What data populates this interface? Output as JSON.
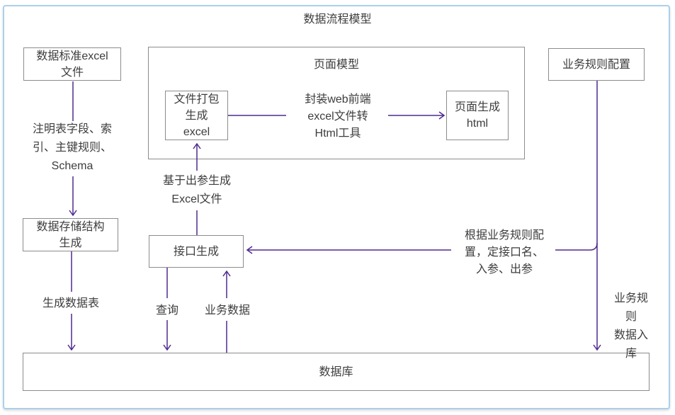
{
  "title": "数据流程模型",
  "colors": {
    "arrow": "#4e2a8e",
    "border": "#8c8c8c",
    "text": "#3d3d3d",
    "frame": "#abd0ea"
  },
  "nodes": {
    "data_standard_excel_file": "数据标准excel\n文件",
    "page_model": "页面模型",
    "file_package_excel": "文件打包\n生成\nexcel",
    "page_generate_html": "页面生成\nhtml",
    "business_rule_config": "业务规则配置",
    "data_storage_structure": "数据存储结构\n生成",
    "interface_generate": "接口生成",
    "database": "数据库"
  },
  "labels": {
    "schema_note": "注明表字段、索\n引、主键规则、\nSchema",
    "web_tool": "封装web前端\nexcel文件转\nHtml工具",
    "excel_from_output": "基于出参生成\nExcel文件",
    "generate_data_table": "生成数据表",
    "query": "查询",
    "business_data": "业务数据",
    "rule_based_interface": "根据业务规则配\n置，定接口名、\n入参、出参",
    "business_rule_into_db": "业务规则\n数据入库"
  }
}
